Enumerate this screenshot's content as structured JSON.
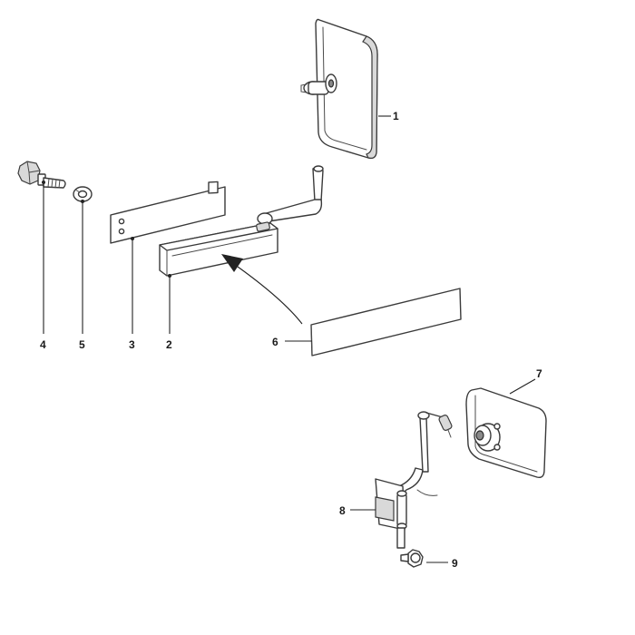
{
  "callouts": [
    {
      "id": "1",
      "text": "1"
    },
    {
      "id": "2",
      "text": "2"
    },
    {
      "id": "3",
      "text": "3"
    },
    {
      "id": "4",
      "text": "4"
    },
    {
      "id": "5",
      "text": "5"
    },
    {
      "id": "6",
      "text": "6"
    },
    {
      "id": "7",
      "text": "7"
    },
    {
      "id": "8",
      "text": "8"
    },
    {
      "id": "9",
      "text": "9"
    }
  ],
  "colors": {
    "line": "#3a3a3a",
    "background": "#ffffff"
  }
}
